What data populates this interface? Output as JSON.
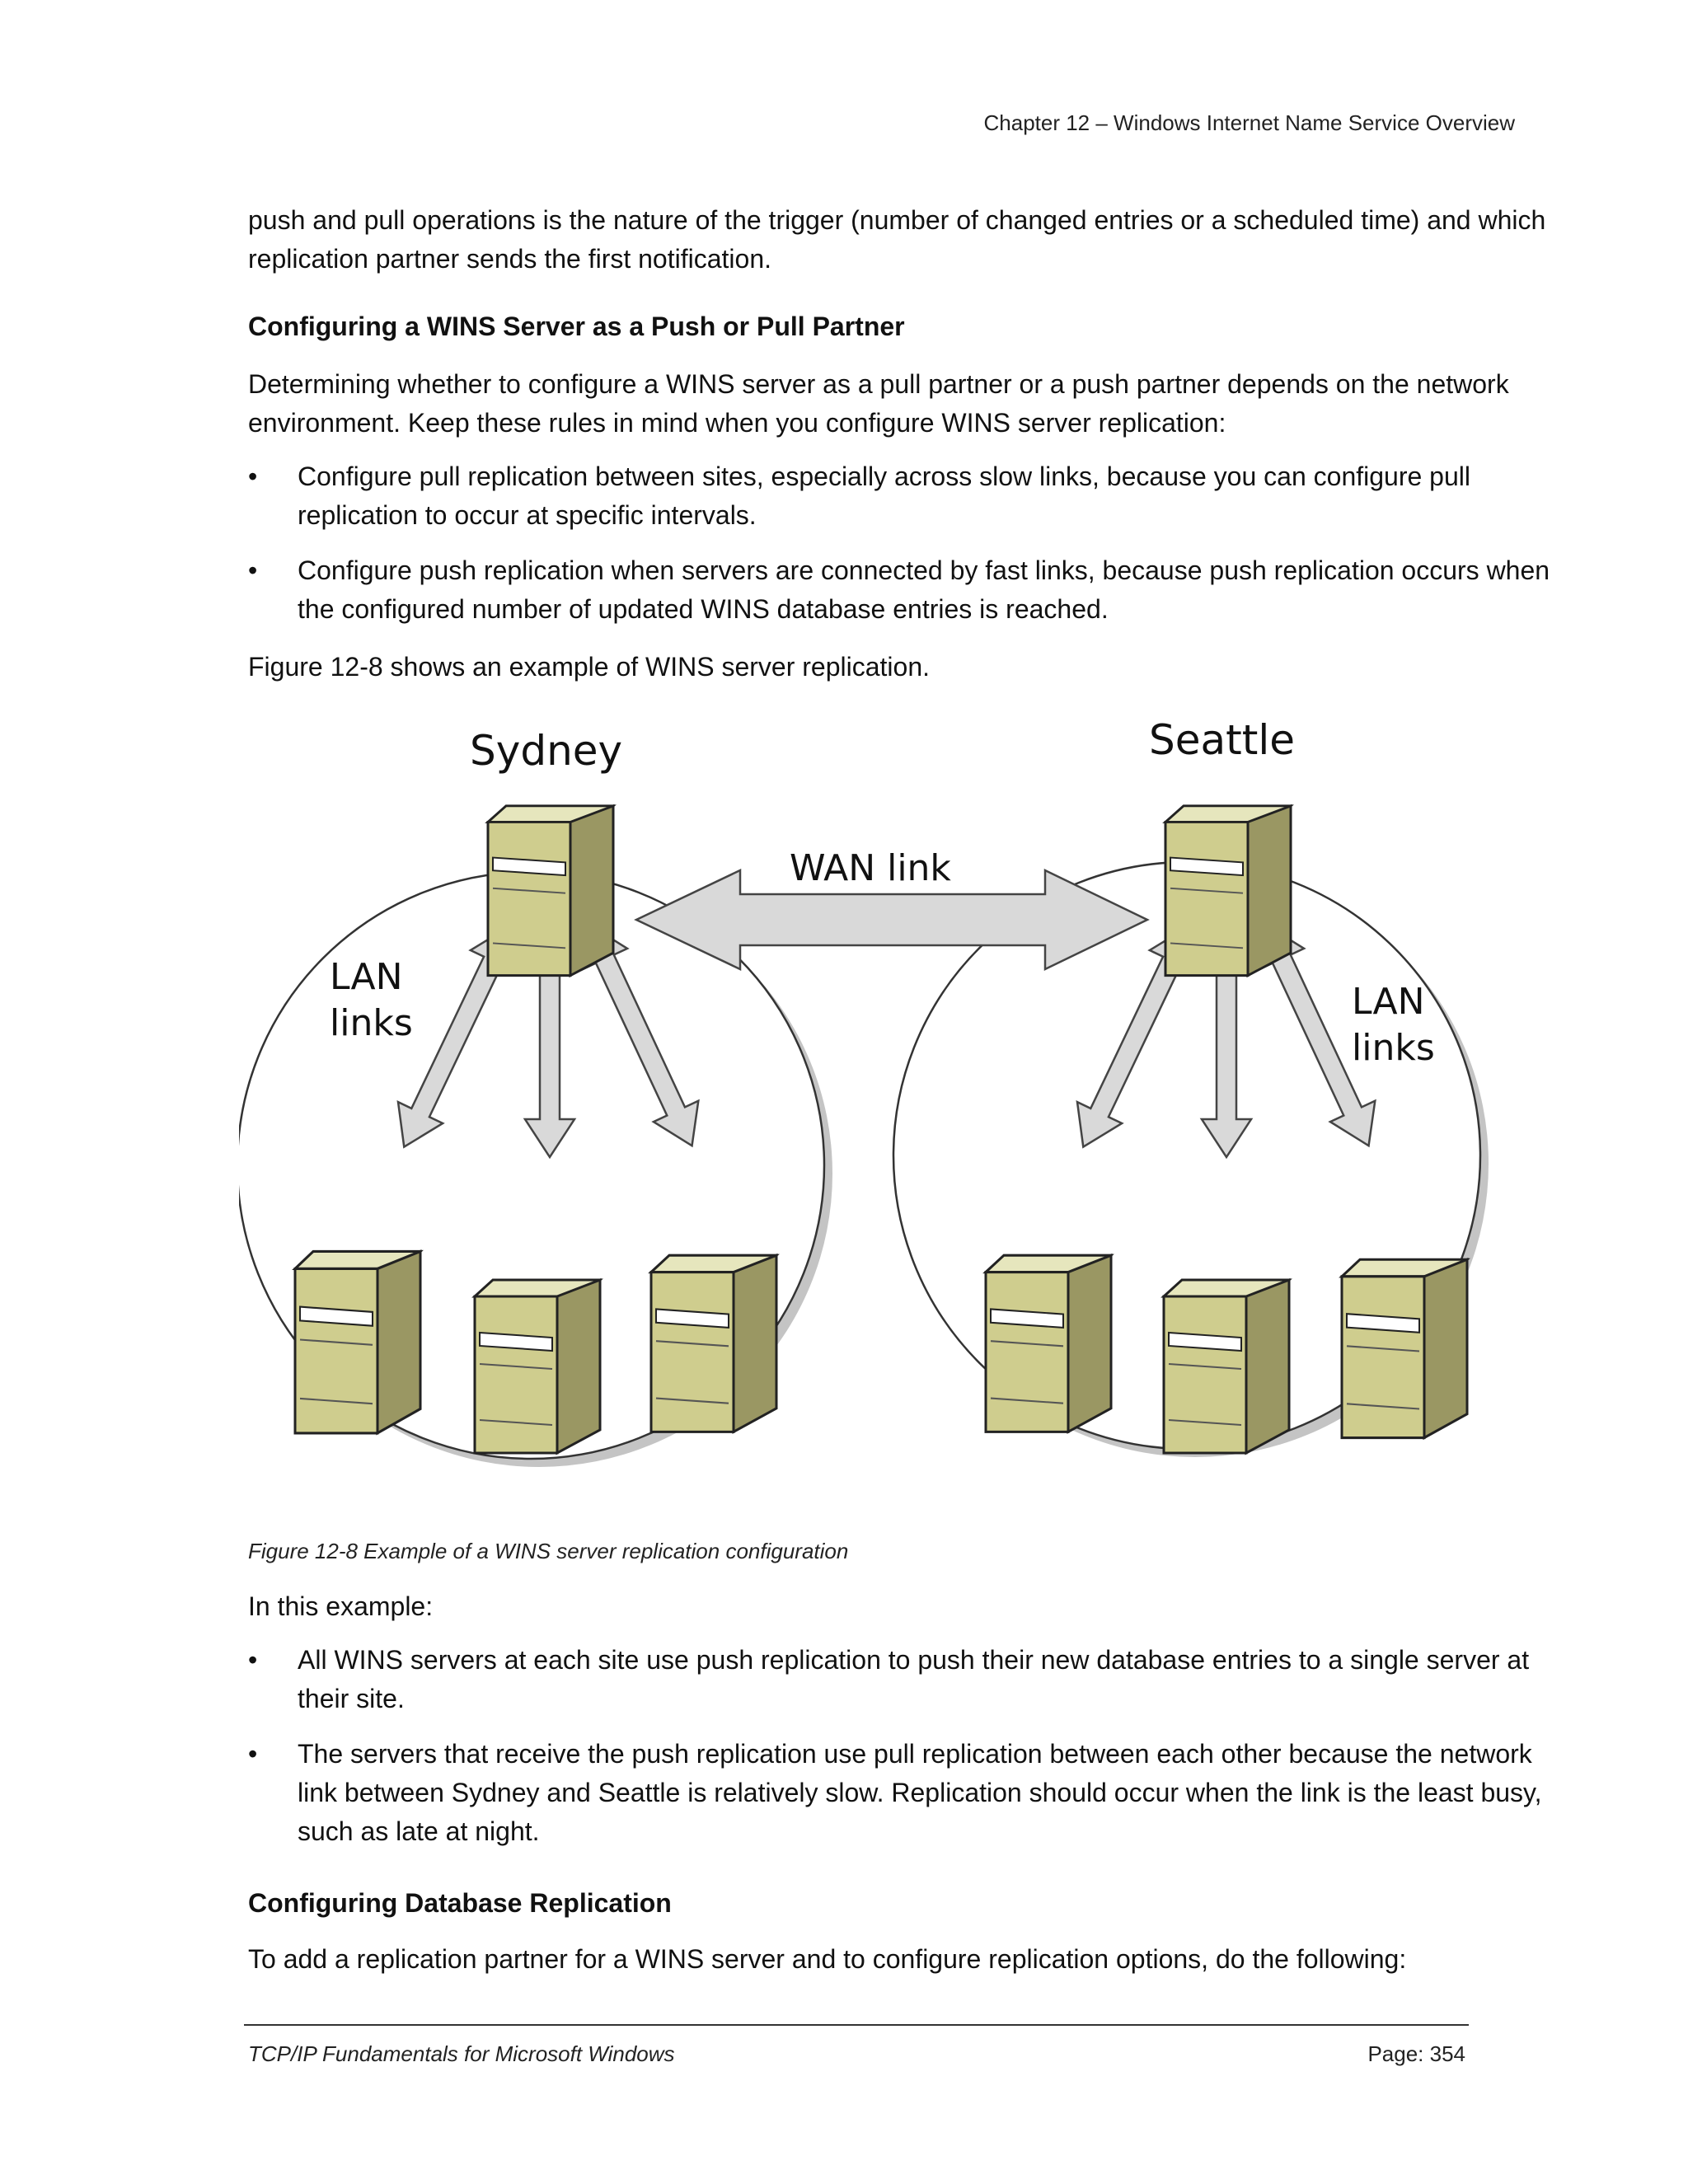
{
  "header": {
    "chapter": "Chapter 12 – Windows Internet Name Service Overview"
  },
  "body": {
    "intro_p": "push and pull operations is the nature of the trigger (number of changed entries or a scheduled time) and which replication partner sends the first notification.",
    "section1_heading": "Configuring a WINS Server as a Push or Pull Partner",
    "section1_p": "Determining whether to configure a WINS server as a pull partner or a push partner depends on the network environment. Keep these rules in mind when you configure WINS server replication:",
    "rules": [
      "Configure pull replication between sites, especially across slow links, because you can configure pull replication to occur at specific intervals.",
      "Configure push replication when servers are connected by fast links, because push replication occurs when the configured number of updated WINS database entries is reached."
    ],
    "figure_ref_p": "Figure 12-8 shows an example of WINS server replication.",
    "figure": {
      "left_site": "Sydney",
      "right_site": "Seattle",
      "wan_label": "WAN link",
      "lan_label_line1": "LAN",
      "lan_label_line2": "links",
      "caption": "Figure 12-8  Example of a WINS server replication configuration"
    },
    "example_intro": "In this example:",
    "example_points": [
      "All WINS servers at each site use push replication to push their new database entries to a single server at their site.",
      "The servers that receive the push replication use pull replication between each other because the network link between Sydney and Seattle is relatively slow. Replication should occur when the link is the least busy, such as late at night."
    ],
    "section2_heading": "Configuring Database Replication",
    "section2_p": "To add a replication partner for a WINS server and to configure replication options, do the following:",
    "bullet_symbol": "•"
  },
  "footer": {
    "book_title": "TCP/IP Fundamentals for Microsoft Windows",
    "page": "Page: 354"
  }
}
